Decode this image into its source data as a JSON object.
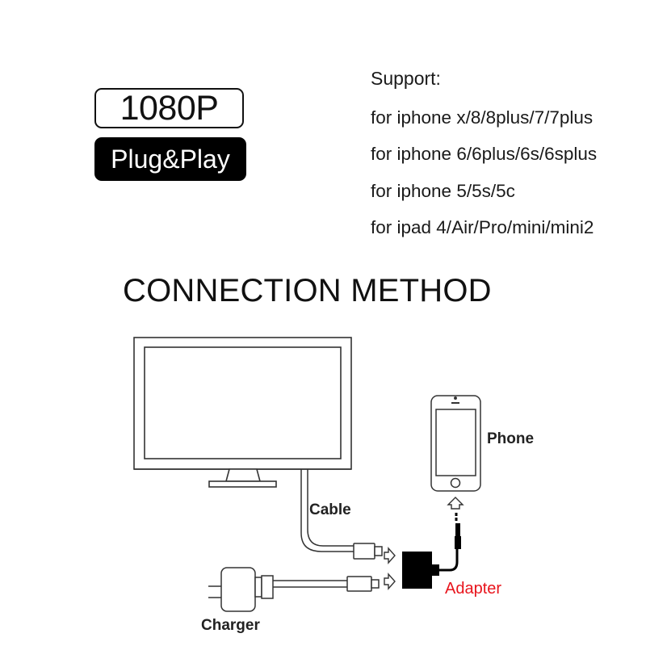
{
  "badges": {
    "resolution": "1080P",
    "plug_play": "Plug&Play"
  },
  "support": {
    "heading": "Support:",
    "lines": [
      "for iphone x/8/8plus/7/7plus",
      "for iphone 6/6plus/6s/6splus",
      "for iphone 5/5s/5c",
      "for ipad 4/Air/Pro/mini/mini2"
    ]
  },
  "section_title": "CONNECTION METHOD",
  "diagram": {
    "labels": {
      "phone": "Phone",
      "cable": "Cable",
      "adapter": "Adapter",
      "charger": "Charger"
    },
    "colors": {
      "adapter_label": "#e8141c",
      "adapter_body": "#000000",
      "line": "#333333"
    },
    "icons": [
      "monitor-icon",
      "phone-icon",
      "charger-icon",
      "adapter-icon",
      "hollow-arrow-icon"
    ]
  }
}
